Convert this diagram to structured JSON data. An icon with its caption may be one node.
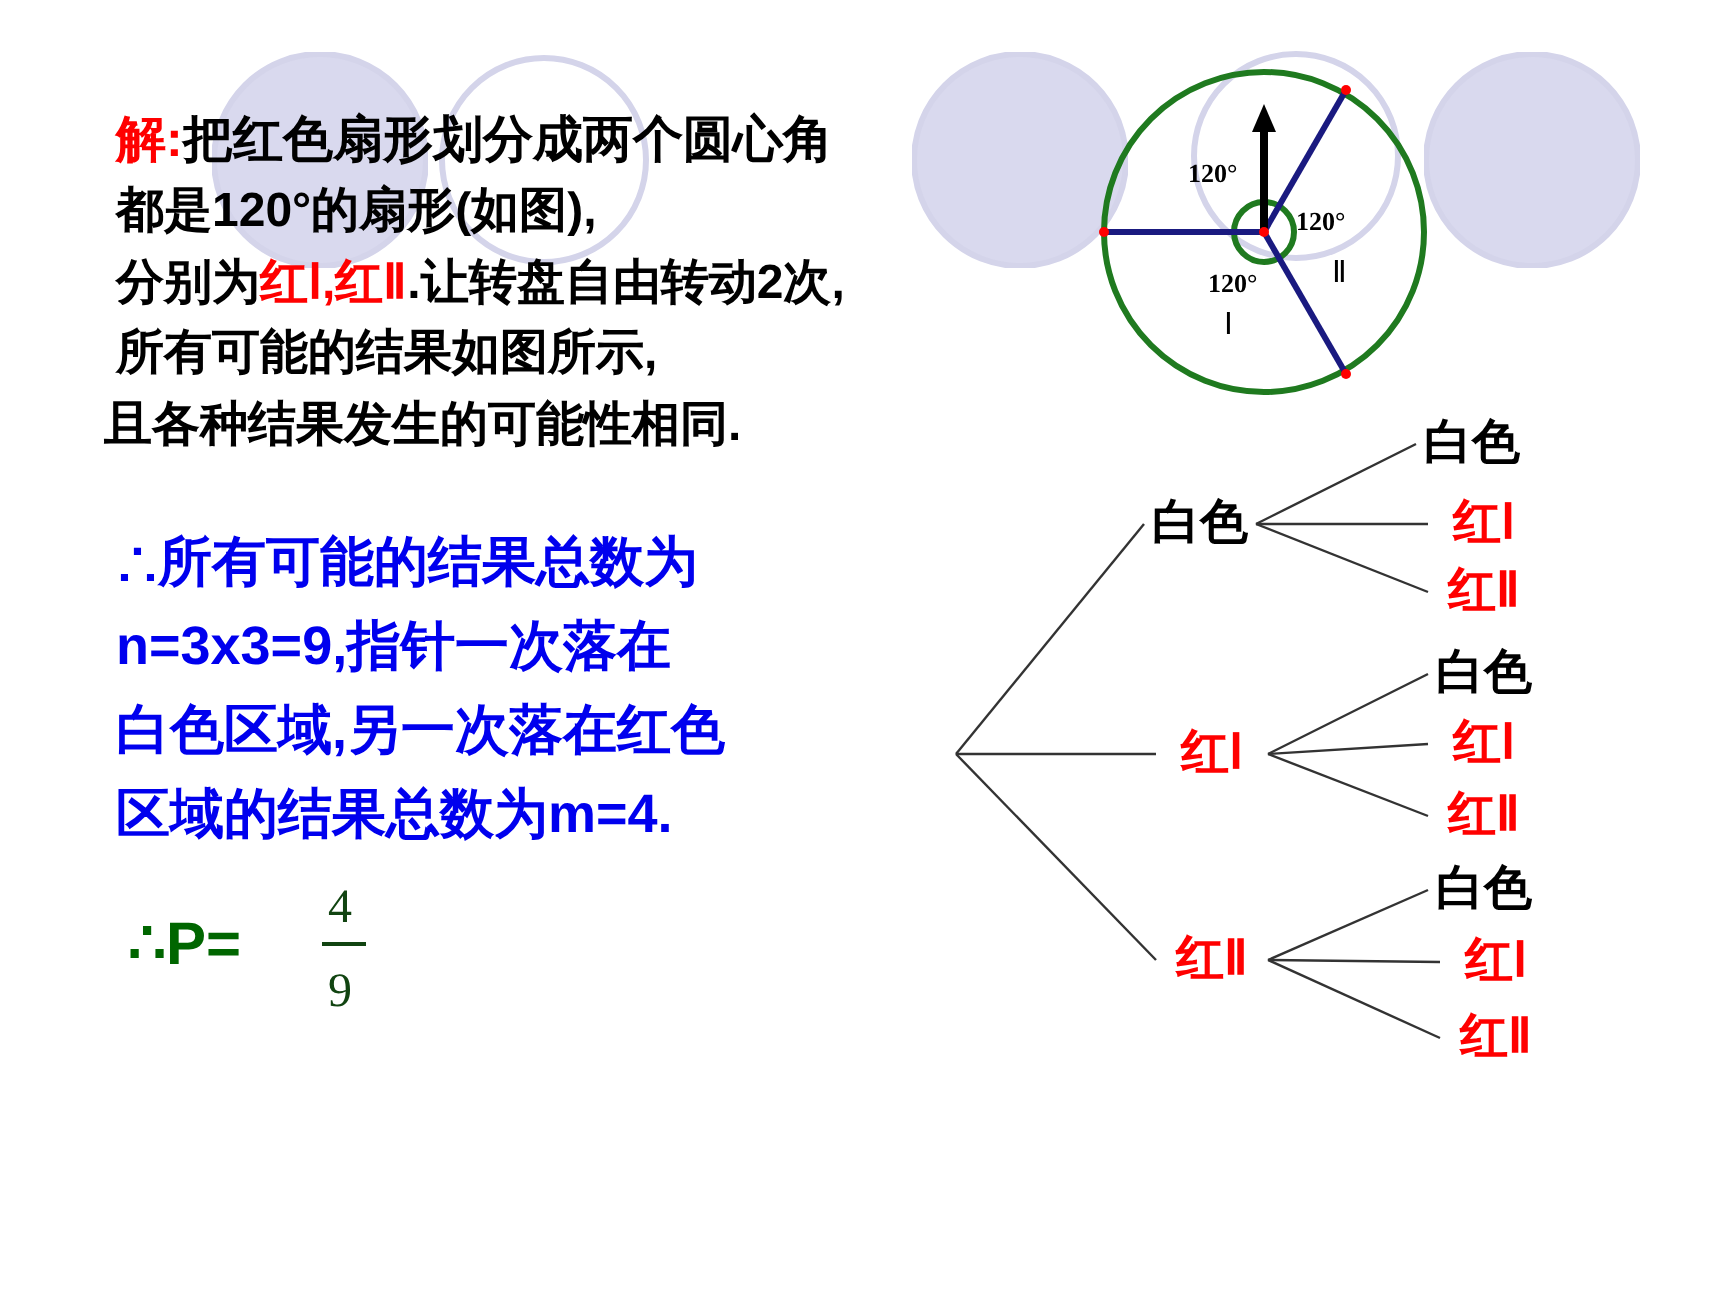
{
  "diagram": {
    "nodes": [
      {
        "text": [
          "白色"
        ]
      },
      {
        "text": [
          "白色"
        ]
      },
      {
        "text": [
          "红Ⅰ"
        ]
      },
      {
        "text": [
          "红Ⅱ"
        ]
      },
      {
        "text": [
          "红Ⅰ"
        ]
      },
      {
        "text": [
          "白色"
        ]
      },
      {
        "text": [
          "红Ⅰ"
        ]
      },
      {
        "text": [
          "红Ⅱ"
        ]
      },
      {
        "text": [
          "红Ⅱ"
        ]
      },
      {
        "text": [
          "白色"
        ]
      },
      {
        "text": [
          "红Ⅰ"
        ]
      },
      {
        "text": [
          "红Ⅱ"
        ]
      }
    ],
    "edges": [
      {
        "from": null,
        "to": 0,
        "arrow": "none"
      },
      {
        "from": null,
        "to": 4,
        "arrow": "none"
      },
      {
        "from": null,
        "to": 8,
        "arrow": "none"
      },
      {
        "from": 0,
        "to": 1,
        "arrow": "none"
      },
      {
        "from": 0,
        "to": 2,
        "arrow": "none"
      },
      {
        "from": 0,
        "to": 3,
        "arrow": "none"
      },
      {
        "from": 4,
        "to": 5,
        "arrow": "none"
      },
      {
        "from": 4,
        "to": 6,
        "arrow": "none"
      },
      {
        "from": 4,
        "to": 7,
        "arrow": "none"
      },
      {
        "from": 8,
        "to": 9,
        "arrow": "none"
      },
      {
        "from": 8,
        "to": 10,
        "arrow": "none"
      },
      {
        "from": 8,
        "to": 11,
        "arrow": "none"
      }
    ],
    "labels": [
      "解:",
      "把红色扇形划分成两个圆心角",
      "都是120°的扇形(如图),",
      "分别为",
      "红Ⅰ,红Ⅱ",
      ".让转盘自由转动2次,",
      "所有可能的结果如图所示,",
      "且各种结果发生的可能性相同.",
      "∴所有可能的结果总数为",
      "n=3x3=9,指针一次落在",
      "白色区域,另一次落在红色",
      "区域的结果总数为m=4.",
      "∴P=",
      "4",
      "9",
      "120°",
      "120°",
      "120°",
      "Ⅰ",
      "Ⅱ"
    ]
  }
}
